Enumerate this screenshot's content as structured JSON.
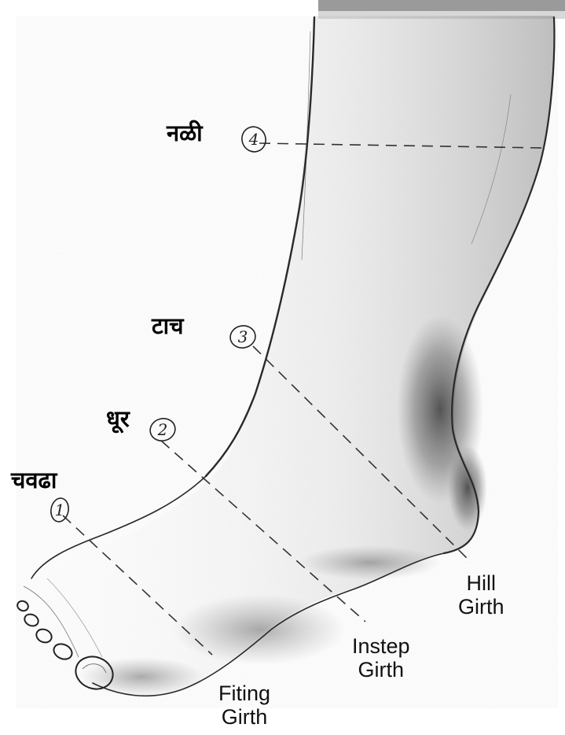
{
  "markers": [
    {
      "label": "नळी",
      "number": "4"
    },
    {
      "label": "टाच",
      "number": "3"
    },
    {
      "label": "धूर",
      "number": "2"
    },
    {
      "label": "चवढा",
      "number": "1"
    }
  ],
  "girths": [
    {
      "line1": "Hill",
      "line2": "Girth"
    },
    {
      "line1": "Instep",
      "line2": "Girth"
    },
    {
      "line1": "Fiting",
      "line2": "Girth"
    }
  ]
}
